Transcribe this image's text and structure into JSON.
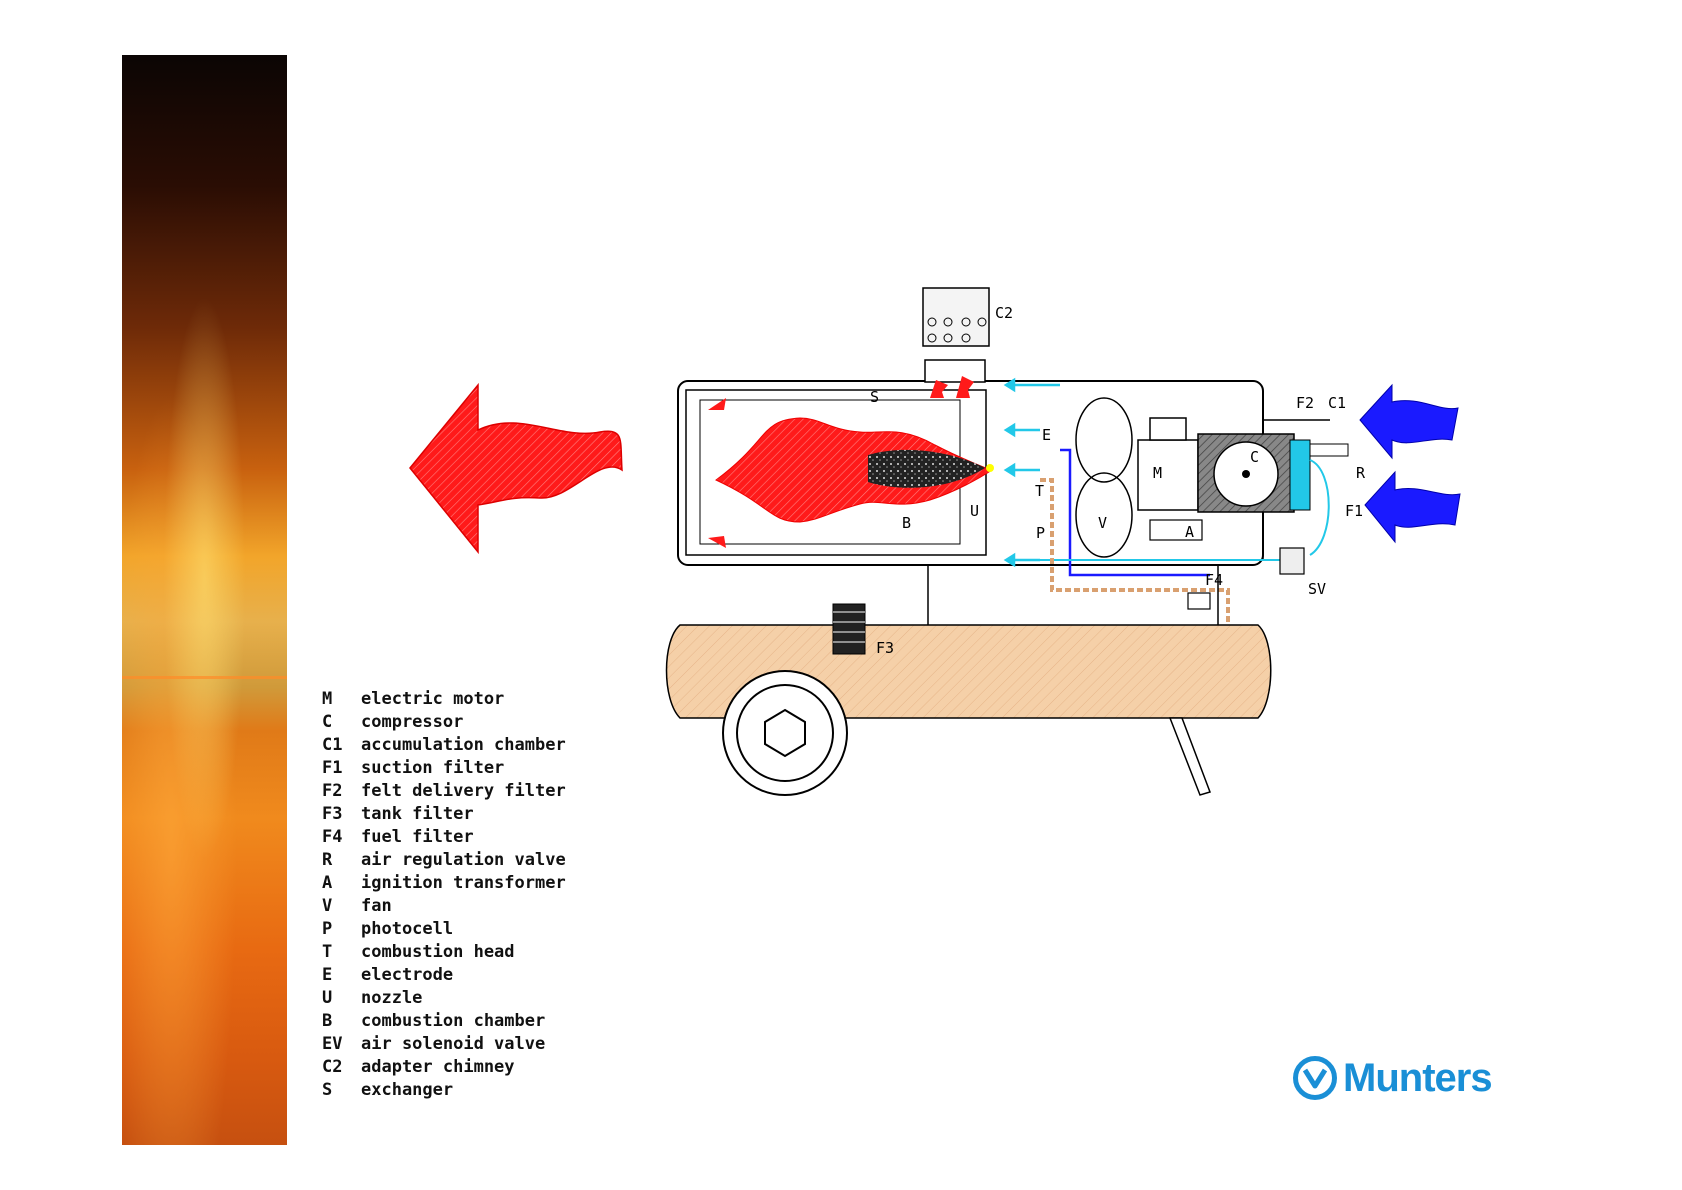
{
  "diagram": {
    "labels": {
      "C2": "C2",
      "S": "S",
      "E": "E",
      "M": "M",
      "C": "C",
      "T": "T",
      "U": "U",
      "B": "B",
      "P": "P",
      "V": "V",
      "A": "A",
      "F2": "F2",
      "C1": "C1",
      "R": "R",
      "F1": "F1",
      "F4": "F4",
      "SV": "SV",
      "F3": "F3"
    },
    "colors": {
      "hot_air": "#ff1a1a",
      "cold_air": "#1a1aff",
      "air_flow": "#22c8e8",
      "tank": "#f5d0a8",
      "fuel_line": "#d9a070",
      "flame_core": "#111111"
    }
  },
  "legend": [
    {
      "code": "M",
      "desc": "electric motor"
    },
    {
      "code": "C",
      "desc": "compressor"
    },
    {
      "code": "C1",
      "desc": "accumulation chamber"
    },
    {
      "code": "F1",
      "desc": "suction filter"
    },
    {
      "code": "F2",
      "desc": "felt delivery filter"
    },
    {
      "code": "F3",
      "desc": "tank filter"
    },
    {
      "code": "F4",
      "desc": "fuel filter"
    },
    {
      "code": "R",
      "desc": "air regulation valve"
    },
    {
      "code": "A",
      "desc": "ignition transformer"
    },
    {
      "code": "V",
      "desc": "fan"
    },
    {
      "code": "P",
      "desc": "photocell"
    },
    {
      "code": "T",
      "desc": "combustion head"
    },
    {
      "code": "E",
      "desc": "electrode"
    },
    {
      "code": "U",
      "desc": "nozzle"
    },
    {
      "code": "B",
      "desc": "combustion chamber"
    },
    {
      "code": "EV",
      "desc": "air solenoid valve"
    },
    {
      "code": "C2",
      "desc": "adapter chimney"
    },
    {
      "code": "S",
      "desc": "exchanger"
    }
  ],
  "logo": {
    "text": "Munters",
    "icon": "munters-logo-icon",
    "color": "#1a8fd6"
  }
}
